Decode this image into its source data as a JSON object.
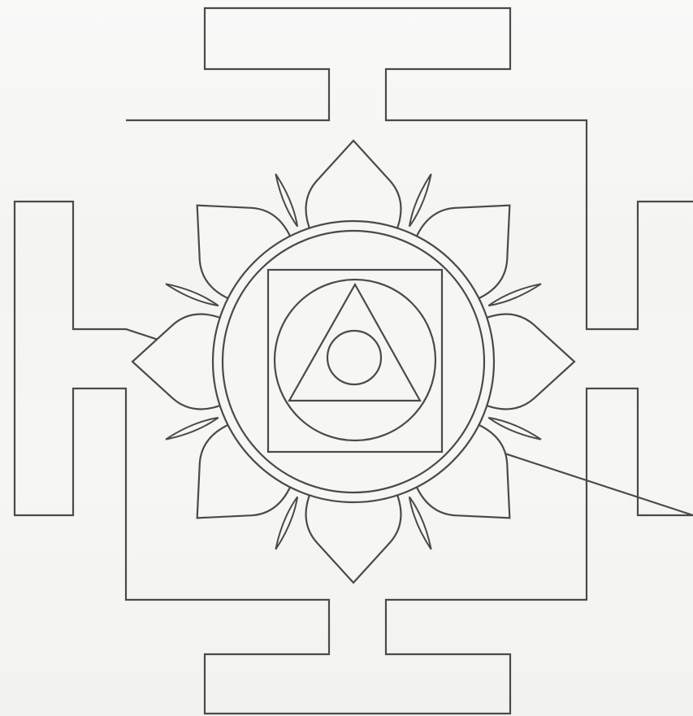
{
  "figure": {
    "kind": "yantra",
    "stroke_color": "#4a4a4a",
    "background_color": "#f6f6f5",
    "petal_count": 8,
    "elements": [
      "bhupura-outer-frame",
      "gate-top",
      "gate-right",
      "gate-bottom",
      "gate-left",
      "lotus-petals",
      "petal-tips",
      "outer-ring",
      "inner-square",
      "inner-circle",
      "triangle",
      "bindu-circle"
    ]
  }
}
